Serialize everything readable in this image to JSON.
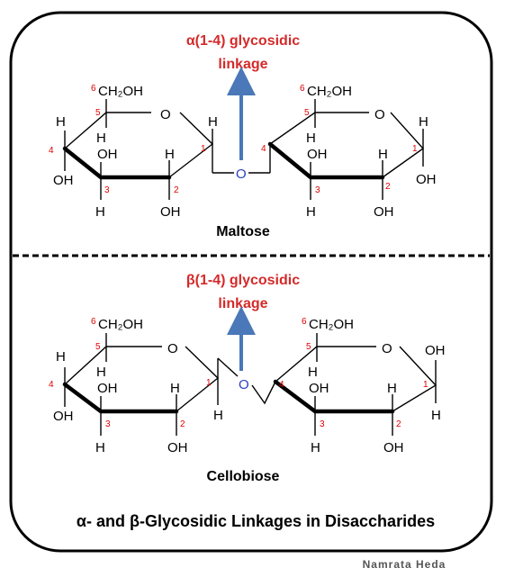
{
  "title": "α- and β-Glycosidic Linkages in Disaccharides",
  "signature": "Namrata Heda",
  "maltose": {
    "linkage_line1": "α(1-4) glycosidic",
    "linkage_line2": "linkage",
    "name": "Maltose"
  },
  "cellobiose": {
    "linkage_line1": "β(1-4) glycosidic",
    "linkage_line2": "linkage",
    "name": "Cellobiose"
  },
  "atoms": {
    "H": "H",
    "OH": "OH",
    "O": "O",
    "CH2OH": "CH₂OH"
  },
  "carbon_numbers": [
    "1",
    "2",
    "3",
    "4",
    "5",
    "6"
  ],
  "colors": {
    "linkage_text": "#d42a2a",
    "arrow": "#4a78b8",
    "carbon_numbers": "#e00000",
    "bridge_oxygen": "#2a3fbf",
    "border": "#000000",
    "divider": "#000000"
  }
}
